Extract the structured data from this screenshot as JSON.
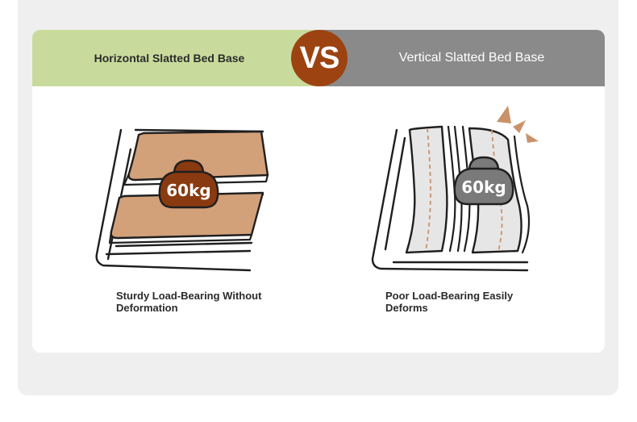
{
  "header": {
    "left_title": "Horizontal Slatted Bed Base",
    "vs_label": "VS",
    "right_title": "Vertical Slatted Bed Base"
  },
  "left_panel": {
    "weight_label": "60kg",
    "caption": "Sturdy Load-Bearing Without Deformation"
  },
  "right_panel": {
    "weight_label": "60kg",
    "caption": "Poor Load-Bearing Easily Deforms"
  },
  "colors": {
    "green_header": "#c9db9c",
    "gray_header": "#8a8a8a",
    "vs_brown": "#9c4311",
    "slat_wood": "#d2a079",
    "weight_brown": "#8a3a10",
    "weight_gray": "#7a7a7a"
  }
}
